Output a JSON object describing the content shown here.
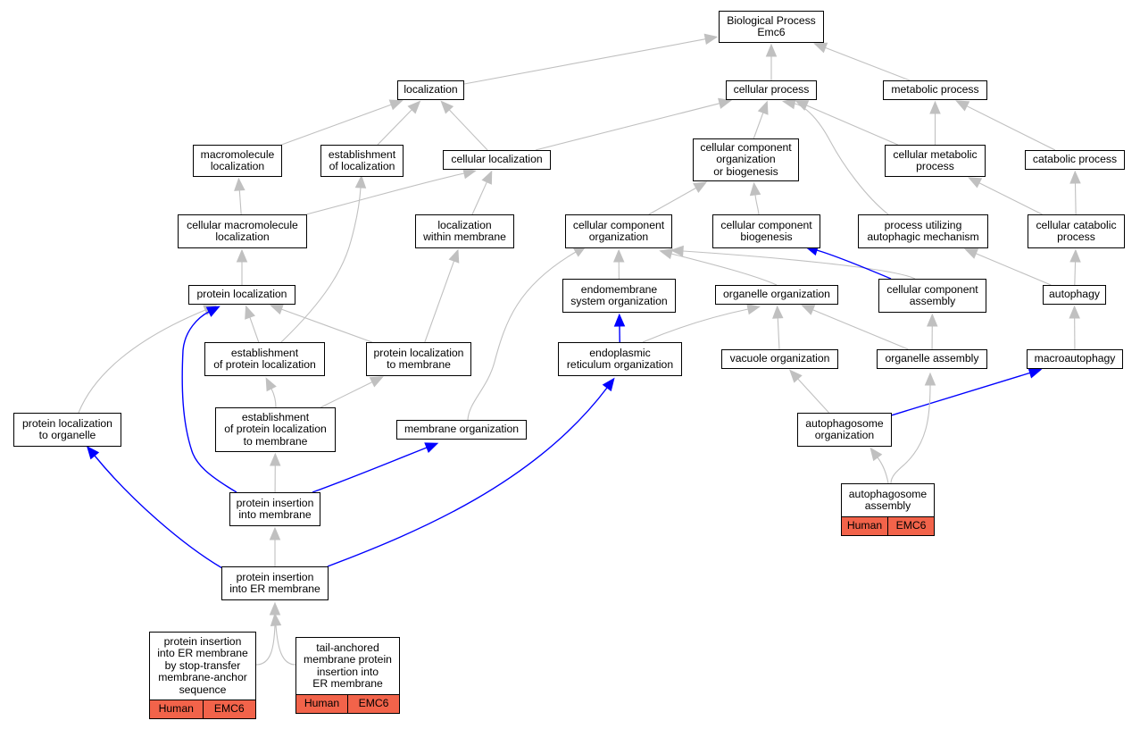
{
  "graph": {
    "colors": {
      "edge_default": "#c0c0c0",
      "edge_highlight": "#0000ff",
      "annotation_fill": "#f2634a"
    },
    "nodes": [
      {
        "id": "bp",
        "label": "Biological Process\nEmc6"
      },
      {
        "id": "loc",
        "label": "localization"
      },
      {
        "id": "cp",
        "label": "cellular process"
      },
      {
        "id": "mp",
        "label": "metabolic process"
      },
      {
        "id": "macroloc",
        "label": "macromolecule\nlocalization"
      },
      {
        "id": "estloc",
        "label": "establishment\nof localization"
      },
      {
        "id": "cellloc",
        "label": "cellular localization"
      },
      {
        "id": "ccob",
        "label": "cellular component\norganization\nor biogenesis"
      },
      {
        "id": "cmp",
        "label": "cellular metabolic\nprocess"
      },
      {
        "id": "catp",
        "label": "catabolic process"
      },
      {
        "id": "cmacroloc",
        "label": "cellular macromolecule\nlocalization"
      },
      {
        "id": "locwm",
        "label": "localization\nwithin membrane"
      },
      {
        "id": "cco",
        "label": "cellular component\norganization"
      },
      {
        "id": "ccb",
        "label": "cellular component\nbiogenesis"
      },
      {
        "id": "puam",
        "label": "process utilizing\nautophagic mechanism"
      },
      {
        "id": "ccp",
        "label": "cellular catabolic\nprocess"
      },
      {
        "id": "protloc",
        "label": "protein localization"
      },
      {
        "id": "eso",
        "label": "endomembrane\nsystem organization"
      },
      {
        "id": "orgo",
        "label": "organelle organization"
      },
      {
        "id": "cca",
        "label": "cellular component\nassembly"
      },
      {
        "id": "autoph",
        "label": "autophagy"
      },
      {
        "id": "estprotloc",
        "label": "establishment\nof protein localization"
      },
      {
        "id": "pltm",
        "label": "protein localization\nto membrane"
      },
      {
        "id": "ero",
        "label": "endoplasmic\nreticulum organization"
      },
      {
        "id": "vaco",
        "label": "vacuole organization"
      },
      {
        "id": "orga",
        "label": "organelle assembly"
      },
      {
        "id": "macroaut",
        "label": "macroautophagy"
      },
      {
        "id": "plto",
        "label": "protein localization\nto organelle"
      },
      {
        "id": "eplm",
        "label": "establishment\nof protein localization\nto membrane"
      },
      {
        "id": "memo",
        "label": "membrane organization"
      },
      {
        "id": "apo",
        "label": "autophagosome\norganization"
      },
      {
        "id": "pim",
        "label": "protein insertion\ninto membrane"
      },
      {
        "id": "apa",
        "label": "autophagosome\nassembly",
        "tags": [
          "Human",
          "EMC6"
        ]
      },
      {
        "id": "pier",
        "label": "protein insertion\ninto ER membrane"
      },
      {
        "id": "pierst",
        "label": "protein insertion\ninto ER membrane\nby stop-transfer\nmembrane-anchor\nsequence",
        "tags": [
          "Human",
          "EMC6"
        ]
      },
      {
        "id": "tamp",
        "label": "tail-anchored\nmembrane protein\ninsertion into\nER membrane",
        "tags": [
          "Human",
          "EMC6"
        ]
      }
    ],
    "edges": [
      {
        "from": "loc",
        "to": "bp",
        "kind": "default"
      },
      {
        "from": "cp",
        "to": "bp",
        "kind": "default"
      },
      {
        "from": "mp",
        "to": "bp",
        "kind": "default"
      },
      {
        "from": "macroloc",
        "to": "loc",
        "kind": "default"
      },
      {
        "from": "estloc",
        "to": "loc",
        "kind": "default"
      },
      {
        "from": "cellloc",
        "to": "loc",
        "kind": "default"
      },
      {
        "from": "cellloc",
        "to": "cp",
        "kind": "default"
      },
      {
        "from": "ccob",
        "to": "cp",
        "kind": "default"
      },
      {
        "from": "cmp",
        "to": "cp",
        "kind": "default"
      },
      {
        "from": "cmp",
        "to": "mp",
        "kind": "default"
      },
      {
        "from": "catp",
        "to": "mp",
        "kind": "default"
      },
      {
        "from": "puam",
        "to": "cp",
        "kind": "default"
      },
      {
        "from": "cmacroloc",
        "to": "macroloc",
        "kind": "default"
      },
      {
        "from": "cmacroloc",
        "to": "cellloc",
        "kind": "default"
      },
      {
        "from": "locwm",
        "to": "cellloc",
        "kind": "default"
      },
      {
        "from": "cco",
        "to": "ccob",
        "kind": "default"
      },
      {
        "from": "ccb",
        "to": "ccob",
        "kind": "default"
      },
      {
        "from": "ccp",
        "to": "cmp",
        "kind": "default"
      },
      {
        "from": "ccp",
        "to": "catp",
        "kind": "default"
      },
      {
        "from": "protloc",
        "to": "cmacroloc",
        "kind": "default"
      },
      {
        "from": "eso",
        "to": "cco",
        "kind": "default"
      },
      {
        "from": "orgo",
        "to": "cco",
        "kind": "default"
      },
      {
        "from": "cca",
        "to": "cco",
        "kind": "default"
      },
      {
        "from": "cca",
        "to": "ccb",
        "kind": "highlight"
      },
      {
        "from": "autoph",
        "to": "puam",
        "kind": "default"
      },
      {
        "from": "autoph",
        "to": "ccp",
        "kind": "default"
      },
      {
        "from": "estprotloc",
        "to": "protloc",
        "kind": "default"
      },
      {
        "from": "estprotloc",
        "to": "estloc",
        "kind": "default"
      },
      {
        "from": "pltm",
        "to": "protloc",
        "kind": "default"
      },
      {
        "from": "pltm",
        "to": "locwm",
        "kind": "default"
      },
      {
        "from": "ero",
        "to": "eso",
        "kind": "highlight"
      },
      {
        "from": "ero",
        "to": "orgo",
        "kind": "default"
      },
      {
        "from": "vaco",
        "to": "orgo",
        "kind": "default"
      },
      {
        "from": "orga",
        "to": "orgo",
        "kind": "default"
      },
      {
        "from": "orga",
        "to": "cca",
        "kind": "default"
      },
      {
        "from": "macroaut",
        "to": "autoph",
        "kind": "default"
      },
      {
        "from": "plto",
        "to": "protloc",
        "kind": "default"
      },
      {
        "from": "eplm",
        "to": "estprotloc",
        "kind": "default"
      },
      {
        "from": "eplm",
        "to": "pltm",
        "kind": "default"
      },
      {
        "from": "memo",
        "to": "cco",
        "kind": "default"
      },
      {
        "from": "apo",
        "to": "vaco",
        "kind": "default"
      },
      {
        "from": "apo",
        "to": "macroaut",
        "kind": "highlight"
      },
      {
        "from": "pim",
        "to": "eplm",
        "kind": "default"
      },
      {
        "from": "pim",
        "to": "memo",
        "kind": "highlight"
      },
      {
        "from": "pim",
        "to": "protloc",
        "kind": "highlight"
      },
      {
        "from": "apa",
        "to": "apo",
        "kind": "default"
      },
      {
        "from": "apa",
        "to": "orga",
        "kind": "default"
      },
      {
        "from": "pier",
        "to": "pim",
        "kind": "default"
      },
      {
        "from": "pier",
        "to": "plto",
        "kind": "highlight"
      },
      {
        "from": "pier",
        "to": "ero",
        "kind": "highlight"
      },
      {
        "from": "pierst",
        "to": "pier",
        "kind": "default"
      },
      {
        "from": "tamp",
        "to": "pier",
        "kind": "default"
      }
    ]
  }
}
